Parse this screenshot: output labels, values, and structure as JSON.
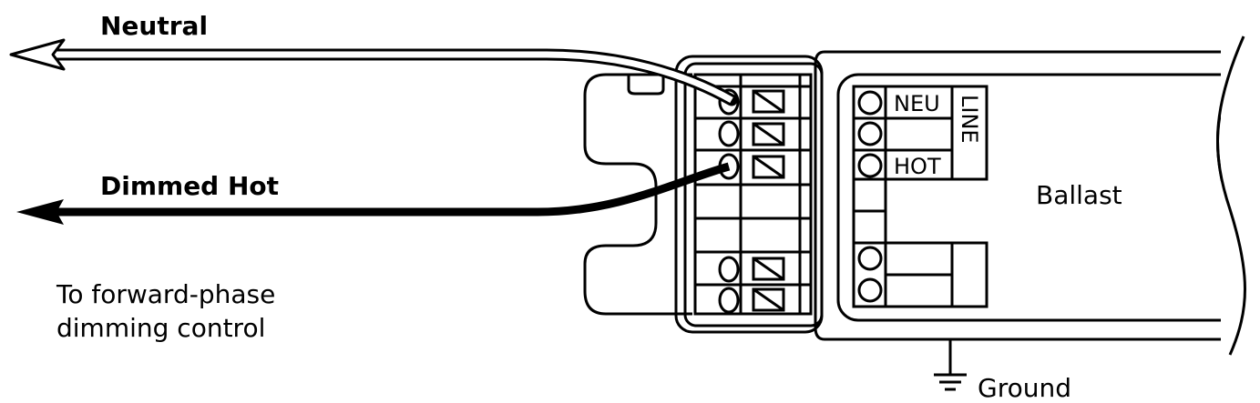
{
  "labels": {
    "neutral": "Neutral",
    "dimmed_hot": "Dimmed Hot",
    "control_line1": "To forward-phase",
    "control_line2": "dimming control",
    "ballast": "Ballast",
    "ground": "Ground",
    "neu": "NEU",
    "hot": "HOT",
    "line": "LINE"
  },
  "colors": {
    "stroke": "#000000",
    "background": "#ffffff"
  }
}
